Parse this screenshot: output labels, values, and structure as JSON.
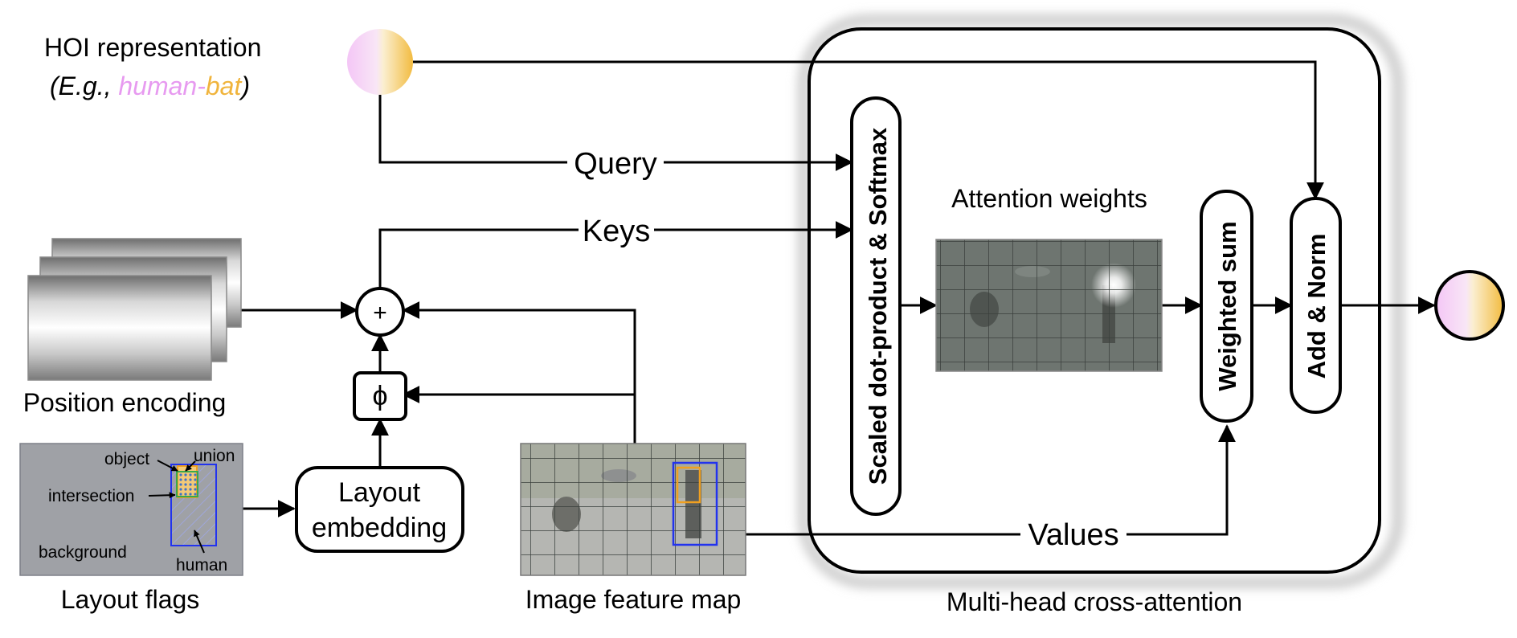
{
  "title": {
    "line1": "HOI representation",
    "line2_prefix": "(E.g., ",
    "line2_human": "human",
    "line2_dash": "-",
    "line2_bat": "bat",
    "line2_suffix": ")"
  },
  "colors": {
    "human": "#e79af0",
    "object": "#f0b43c",
    "grid_line": "#333333",
    "bbox_human": "#2233ee",
    "bbox_object": "#f0a020"
  },
  "position_encoding": {
    "label": "Position encoding"
  },
  "layout_flags": {
    "label": "Layout flags",
    "object": "object",
    "union": "union",
    "intersection": "intersection",
    "background": "background",
    "human": "human"
  },
  "layout_embedding": {
    "line1": "Layout",
    "line2": "embedding"
  },
  "plus_symbol": "+",
  "phi_symbol": "ϕ",
  "image_feature_map": {
    "label": "Image feature map"
  },
  "arrows": {
    "query": "Query",
    "keys": "Keys",
    "values": "Values"
  },
  "attention": {
    "scaled_dot": "Scaled dot-product & Softmax",
    "weights_label": "Attention weights",
    "weighted_sum": "Weighted sum",
    "add_norm": "Add & Norm",
    "block_label": "Multi-head cross-attention"
  }
}
